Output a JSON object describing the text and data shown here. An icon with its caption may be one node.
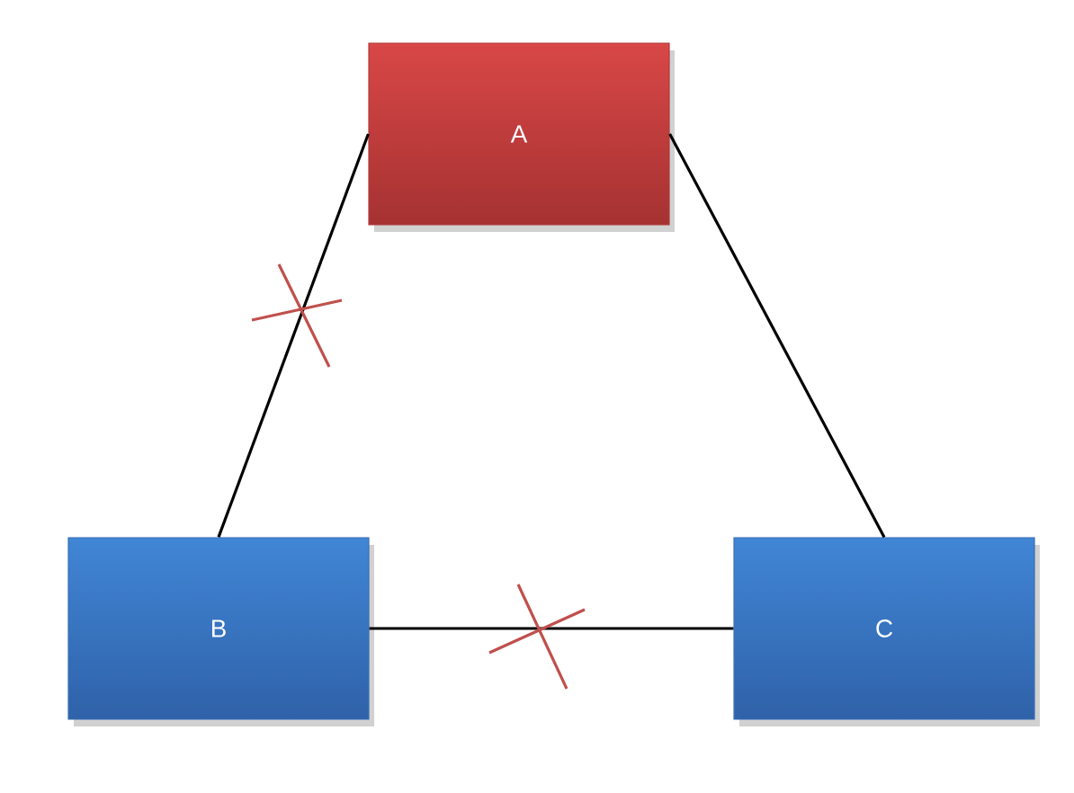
{
  "diagram": {
    "nodes": [
      {
        "text": [
          "A"
        ]
      },
      {
        "text": [
          "B"
        ]
      },
      {
        "text": [
          "C"
        ]
      }
    ],
    "edges": [
      {
        "from": 0,
        "to": 1,
        "arrow": "none"
      },
      {
        "from": 0,
        "to": 2,
        "arrow": "none"
      },
      {
        "from": 1,
        "to": 2,
        "arrow": "none"
      }
    ]
  }
}
